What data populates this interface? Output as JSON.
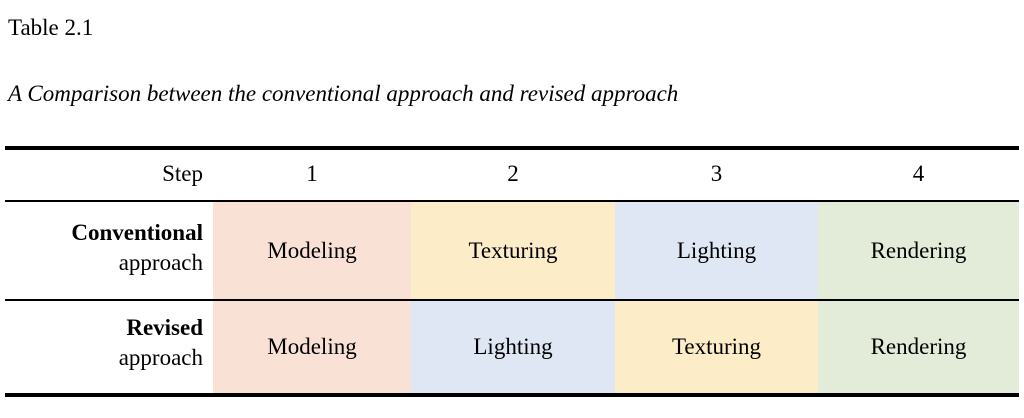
{
  "document": {
    "table_number": "Table 2.1",
    "caption": "A Comparison between the conventional approach and revised approach"
  },
  "table": {
    "corner_header": "Step",
    "column_headers": [
      "1",
      "2",
      "3",
      "4"
    ],
    "rows": [
      {
        "label_bold": "Conventional",
        "label_regular": "approach",
        "cells": [
          "Modeling",
          "Texturing",
          "Lighting",
          "Rendering"
        ]
      },
      {
        "label_bold": "Revised",
        "label_regular": "approach",
        "cells": [
          "Modeling",
          "Lighting",
          "Texturing",
          "Rendering"
        ]
      }
    ],
    "cell_colors": [
      [
        "#f9e1d6",
        "#fcedc8",
        "#dee7f3",
        "#e3ebd9"
      ],
      [
        "#f9e1d6",
        "#dee7f3",
        "#fcedc8",
        "#e3ebd9"
      ]
    ],
    "palette": {
      "modeling": "#f9e1d6",
      "texturing": "#fcedc8",
      "lighting": "#dee7f3",
      "rendering": "#e3ebd9",
      "rule": "#000000",
      "background": "#ffffff"
    }
  }
}
